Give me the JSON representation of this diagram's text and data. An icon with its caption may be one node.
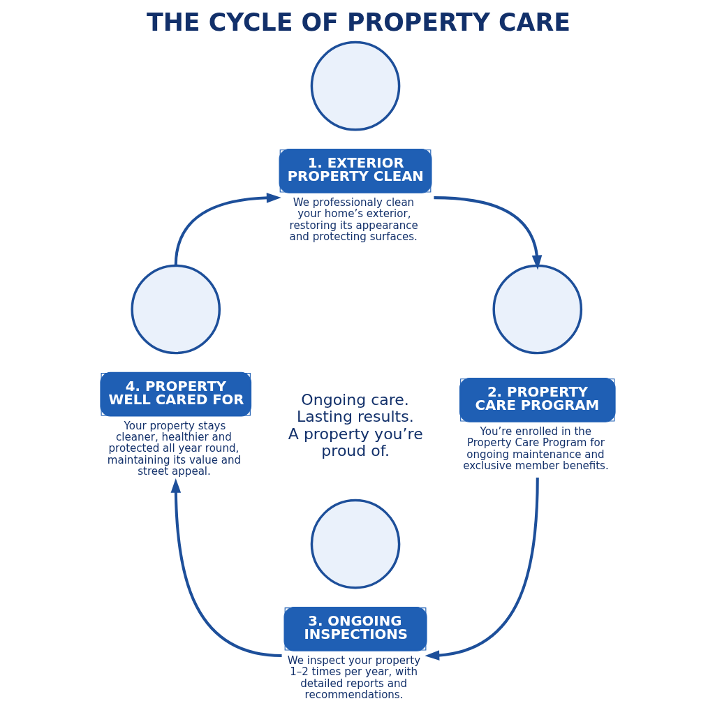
{
  "diagram": {
    "title": "THE CYCLE OF PROPERTY CARE",
    "nodes": [
      {
        "text": [],
        "shape": "circle"
      },
      {
        "text": [
          "1. EXTERIOR PROPERTY CLEAN"
        ],
        "beside": [
          "We professionaly clean your home’s exterior, restoring its appearance and protecting surfaces."
        ]
      },
      {
        "text": [],
        "shape": "circle"
      },
      {
        "text": [
          "2. PROPERTY CARE PROGRAM"
        ],
        "beside": [
          "You’re enrolled in the Property Care Program for ongoing maintenance and exclusive member benefits."
        ]
      },
      {
        "text": [],
        "shape": "circle"
      },
      {
        "text": [
          "3. ONGOING INSPECTIONS"
        ],
        "beside": [
          "We inspect your property 1–2 times per year, with detailed reports and recommendations."
        ]
      },
      {
        "text": [],
        "shape": "circle"
      },
      {
        "text": [
          "4. PROPERTY WELL CARED FOR"
        ],
        "beside": [
          "Your property stays cleaner, healthier and protected all year round, maintaining its value and street appeal."
        ]
      }
    ],
    "edges": [
      {
        "from": 1,
        "to": 2,
        "arrow": "to"
      },
      {
        "from": 3,
        "to": 5,
        "arrow": "to"
      },
      {
        "from": 5,
        "to": 7,
        "arrow": "to"
      },
      {
        "from": 6,
        "to": 1,
        "arrow": "to"
      }
    ],
    "labels": [
      "Ongoing care. Lasting results. A property you’re proud of."
    ]
  }
}
